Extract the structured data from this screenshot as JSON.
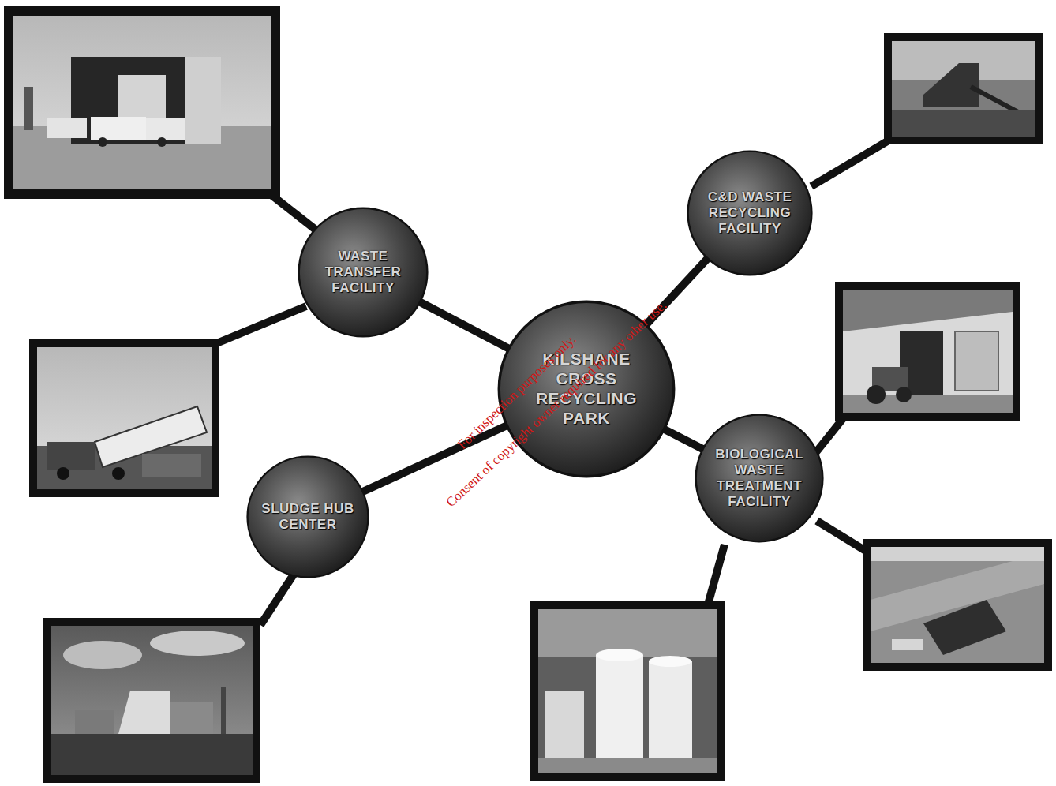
{
  "diagram": {
    "nodes": [
      {
        "text": [
          "WASTE TRANSFER FACILITY"
        ]
      },
      {
        "text": [
          "C&D WASTE RECYCLING FACILITY"
        ]
      },
      {
        "text": [
          "KILSHANE CROSS RECYCLING PARK"
        ]
      },
      {
        "text": [
          "SLUDGE HUB CENTER"
        ]
      },
      {
        "text": [
          "BIOLOGICAL WASTE TREATMENT FACILITY"
        ]
      }
    ],
    "edges": [
      {
        "from": 2,
        "to": 0,
        "arrow": "none"
      },
      {
        "from": 2,
        "to": 1,
        "arrow": "none"
      },
      {
        "from": 2,
        "to": 3,
        "arrow": "none"
      },
      {
        "from": 2,
        "to": 4,
        "arrow": "none"
      }
    ],
    "labels": [
      "For inspection purposes only.",
      "Consent of copyright owner required for any other use."
    ]
  }
}
